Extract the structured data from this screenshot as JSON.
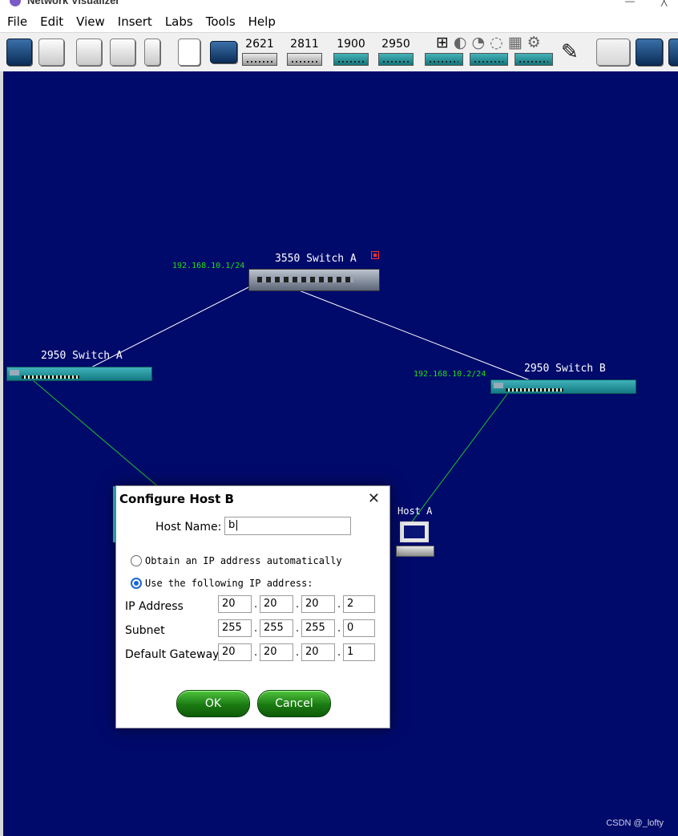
{
  "window": {
    "title": "Network Visualizer",
    "controls": {
      "minimize": "—",
      "close": "╳"
    }
  },
  "menubar": [
    "File",
    "Edit",
    "View",
    "Insert",
    "Labs",
    "Tools",
    "Help"
  ],
  "toolbar": {
    "device_buttons": [
      "2621",
      "2811",
      "1900",
      "2950"
    ]
  },
  "topology": {
    "devices": {
      "switch_3550a": {
        "label": "3550 Switch A",
        "ip": "192.168.10.1/24"
      },
      "switch_2950a": {
        "label": "2950 Switch A"
      },
      "switch_2950b": {
        "label": "2950 Switch B",
        "ip": "192.168.10.2/24"
      },
      "host_a": {
        "label": "Host A"
      }
    },
    "colors": {
      "canvas": "#000a6b",
      "trunk_link": "#ffffff",
      "access_link": "#1fbf2a",
      "ip_text": "#22e012"
    }
  },
  "dialog": {
    "title": "Configure Host B",
    "close": "✕",
    "host_name_label": "Host Name:",
    "host_name_value": "b|",
    "radio_auto": "Obtain an IP address automatically",
    "radio_manual": "Use the following IP address:",
    "selected": "manual",
    "ip_label": "IP Address",
    "subnet_label": "Subnet",
    "gateway_label": "Default Gateway",
    "ip_address": [
      "20",
      "20",
      "20",
      "2"
    ],
    "subnet": [
      "255",
      "255",
      "255",
      "0"
    ],
    "gateway": [
      "20",
      "20",
      "20",
      "1"
    ],
    "ok_label": "OK",
    "cancel_label": "Cancel"
  },
  "watermark": "CSDN @_lofty"
}
